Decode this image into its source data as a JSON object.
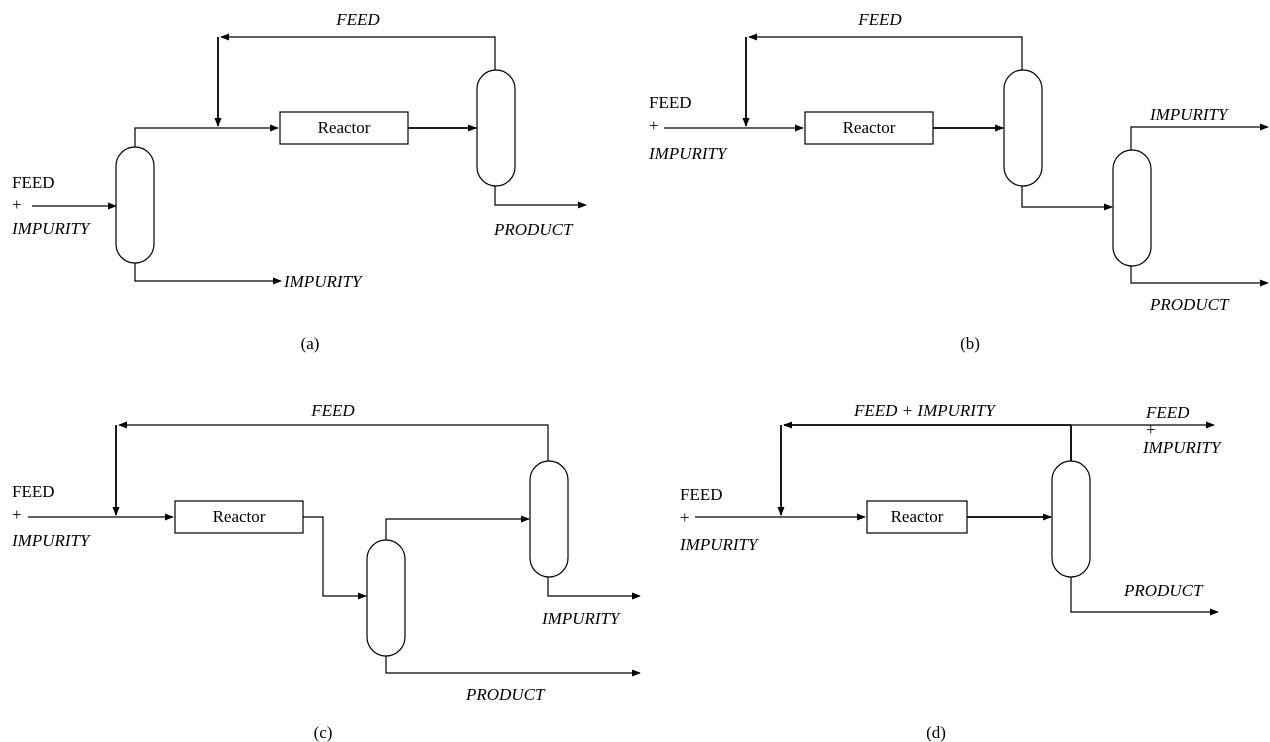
{
  "labels": {
    "feed": "FEED",
    "plus": "+",
    "impurity": "IMPURITY",
    "product": "PRODUCT",
    "reactor": "Reactor",
    "feed_plus_impurity": "FEED + IMPURITY"
  },
  "panels": {
    "a": {
      "caption": "(a)"
    },
    "b": {
      "caption": "(b)"
    },
    "c": {
      "caption": "(c)"
    },
    "d": {
      "caption": "(d)"
    }
  }
}
